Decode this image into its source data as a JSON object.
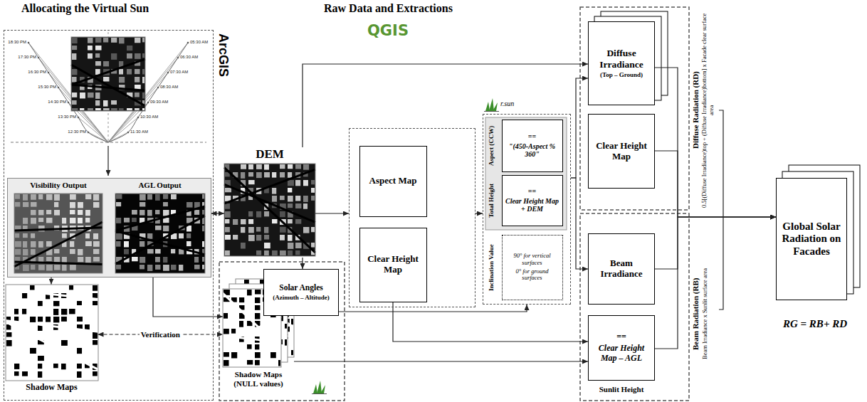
{
  "diagram": {
    "nodes": [
      {
        "text": [
          "ArcGIS"
        ]
      },
      {
        "text": [
          "Visibility Output",
          "AGL Output"
        ],
        "in": 0
      },
      {
        "text": [
          "Shadow Maps"
        ],
        "in": 0
      },
      {
        "text": [
          "DEM"
        ]
      },
      {
        "text": [
          "Shadow Maps (NULL values)"
        ]
      },
      {
        "text": [
          "Solar Angles",
          "(Azimuth – Altitude)"
        ]
      },
      {
        "text": [
          "QGIS"
        ]
      },
      {
        "text": [
          "Aspect Map"
        ],
        "in": 6
      },
      {
        "text": [
          "Clear Height Map"
        ],
        "in": 6
      },
      {
        "text": [
          "r.sun"
        ]
      },
      {
        "text": [
          "Aspect (CCW)",
          "==",
          "\"(450-Aspect % 360\""
        ],
        "in": 9
      },
      {
        "text": [
          "Total Height",
          "==",
          "Clear Height Map + DEM"
        ],
        "in": 9
      },
      {
        "text": [
          "Inclination Value",
          "90° for vertical surfaces",
          "0° for ground surfaces"
        ],
        "in": 9
      },
      {
        "text": [
          "Diffuse Irradiance",
          "(Top – Ground)"
        ]
      },
      {
        "text": [
          "Clear Height Map"
        ]
      },
      {
        "text": [
          "Beam Irradiance"
        ]
      },
      {
        "text": [
          "==",
          "Clear Height Map – AGL"
        ]
      },
      {
        "text": [
          "Global Solar Radiation on Facades"
        ]
      }
    ],
    "edges": [
      {
        "from": 3,
        "to": 1,
        "arrow": "both"
      },
      {
        "from": 3,
        "to": 6,
        "arrow": "to"
      },
      {
        "from": 3,
        "to": 13,
        "arrow": "to"
      },
      {
        "from": 3,
        "to": 5,
        "arrow": "to"
      },
      {
        "from": 1,
        "to": 2,
        "arrow": "to"
      },
      {
        "from": 2,
        "to": 4,
        "label": "Verification",
        "arrow": "both"
      },
      {
        "from": 1,
        "to": 4,
        "arrow": "to"
      },
      {
        "from": 6,
        "to": 9,
        "arrow": "to"
      },
      {
        "from": 5,
        "to": 9,
        "arrow": "to"
      },
      {
        "from": 8,
        "to": 16,
        "arrow": "to"
      },
      {
        "from": 4,
        "to": 16,
        "arrow": "to"
      },
      {
        "from": 9,
        "to": 13,
        "arrow": "to"
      },
      {
        "from": 9,
        "to": 15,
        "arrow": "to"
      },
      {
        "from": 13,
        "to": 17,
        "arrow": "to"
      },
      {
        "from": 14,
        "to": 17,
        "arrow": "to"
      },
      {
        "from": 15,
        "to": 17,
        "arrow": "to"
      },
      {
        "from": 16,
        "to": 17,
        "arrow": "to"
      }
    ],
    "labels": [
      "Allocating the Virtual Sun",
      "Raw Data and Extractions",
      "Sunlit Height",
      "Diffuse Radiation (RD)",
      "0.5[(Diffuse Irradiance)top + (Diffuse Irradiance)bottom] x Facade clear surface area",
      "Beam Radiation (RB)",
      "Beam Irradiance x Sunlit surface area",
      "RG = RB+ RD",
      "18:30 PM",
      "17:30 PM",
      "16:30 PM",
      "15:30 PM",
      "14:30 PM",
      "13:30 PM",
      "12:30 PM",
      "05:30 AM",
      "06:30 AM",
      "07:30 AM",
      "08:30 AM",
      "09:30 AM",
      "10:30 AM",
      "11:30 AM"
    ]
  }
}
